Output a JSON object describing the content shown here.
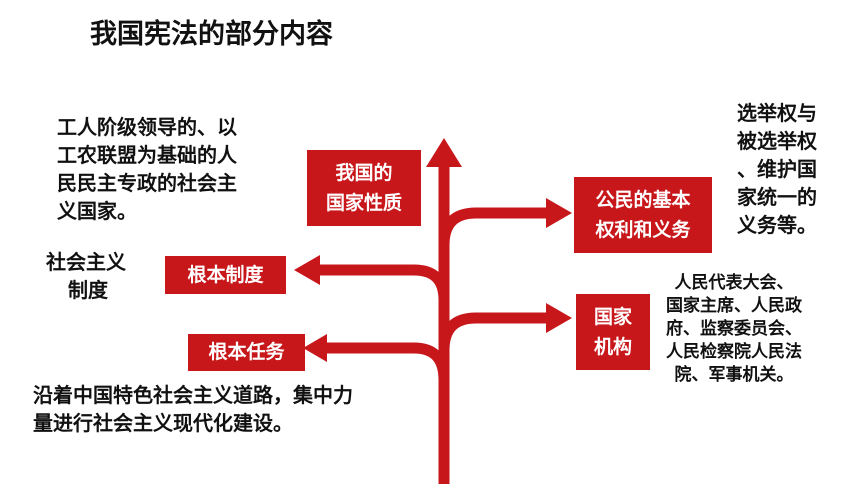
{
  "title": "我国宪法的部分内容",
  "colors": {
    "accent": "#c8171b",
    "text": "#111111",
    "label_text": "#ffffff"
  },
  "labels": {
    "state_nature_line1": "我国的",
    "state_nature_line2": "国家性质",
    "citizen_rights_line1": "公民的基本",
    "citizen_rights_line2": "权利和义务",
    "fundamental_system": "根本制度",
    "state_organs_line1": "国家",
    "state_organs_line2": "机构",
    "fundamental_task": "根本任务"
  },
  "texts": {
    "state_nature": [
      "工人阶级领导的、以",
      "工农联盟为基础的人",
      "民民主专政的社会主",
      "义国家。"
    ],
    "citizen_rights": [
      "选举权与",
      "被选举权",
      "、维护国",
      "家统一的",
      "义务等。"
    ],
    "fundamental_system": [
      "社会主义",
      "制度"
    ],
    "state_organs": [
      "人民代表大会、",
      "国家主席、人民政",
      "府、监察委员会、",
      "人民检察院人民法",
      "院、军事机关。"
    ],
    "fundamental_task": [
      "沿着中国特色社会主义道路，集中力",
      "量进行社会主义现代化建设。"
    ]
  }
}
